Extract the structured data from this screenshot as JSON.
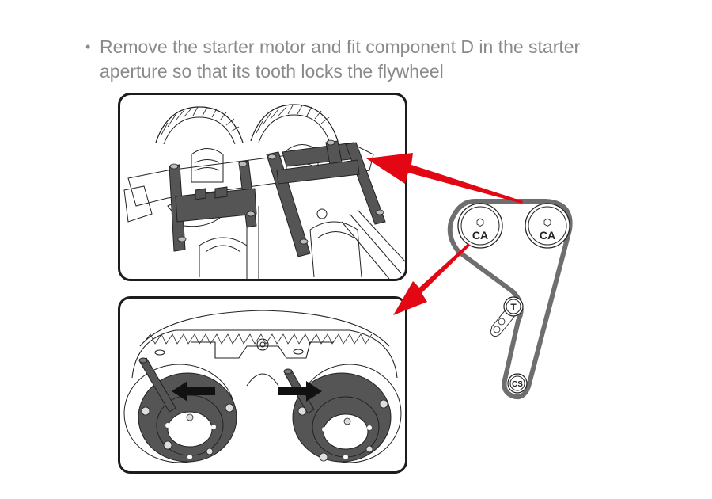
{
  "instruction": {
    "bullet": "•",
    "lines": [
      "Remove the starter motor and fit component D in the starter",
      "aperture so that its tooth locks the flywheel"
    ]
  },
  "figures": {
    "top": {
      "subject": "camshaft-locking-tool-on-cylinder-head"
    },
    "bottom": {
      "subject": "camshaft-pulleys-with-locking-pins",
      "arrows": [
        "left",
        "right"
      ]
    }
  },
  "belt_diagram": {
    "pulleys": [
      {
        "id": "ca-left",
        "label": "CA"
      },
      {
        "id": "ca-right",
        "label": "CA"
      },
      {
        "id": "tensioner",
        "label": "T"
      },
      {
        "id": "crankshaft",
        "label": "CS"
      }
    ]
  },
  "colors": {
    "text": "#8a8a8a",
    "accent_red": "#e30613",
    "tool_dark": "#555555",
    "belt": "#6e6e6e",
    "outline": "#1c1c1c"
  }
}
